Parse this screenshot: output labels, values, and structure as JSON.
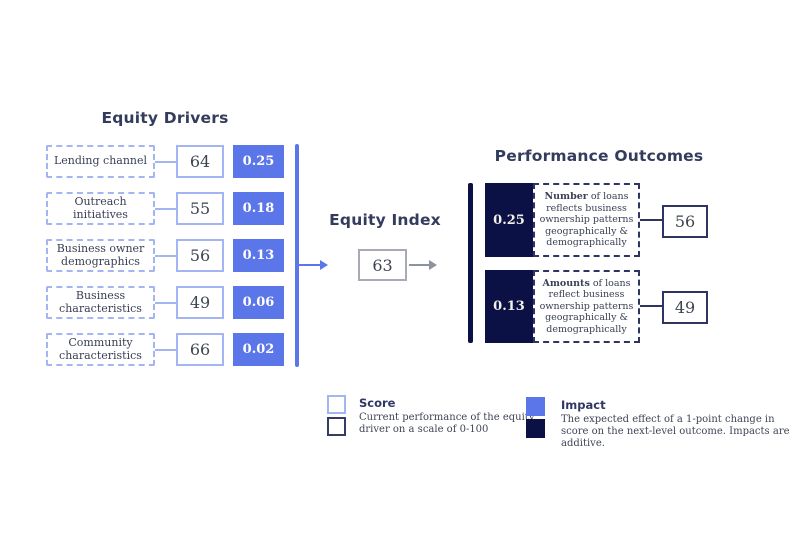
{
  "colors": {
    "periwinkle": "#5B76E8",
    "periwinkle_light_border": "#A3B5F2",
    "navy_dark": "#0B1045",
    "navy_border": "#2F3563",
    "title_text": "#333C5C",
    "body_text": "#3A4055",
    "gray_border": "#A6ABB5",
    "gray_arrow": "#8D939E"
  },
  "drivers": {
    "title": "Equity Drivers",
    "rows": [
      {
        "label": "Lending channel",
        "score": "64",
        "impact": "0.25"
      },
      {
        "label": "Outreach initiatives",
        "score": "55",
        "impact": "0.18"
      },
      {
        "label": "Business owner demographics",
        "score": "56",
        "impact": "0.13"
      },
      {
        "label": "Business characteristics",
        "score": "49",
        "impact": "0.06"
      },
      {
        "label": "Community characteristics",
        "score": "66",
        "impact": "0.02"
      }
    ]
  },
  "index": {
    "title": "Equity Index",
    "score": "63"
  },
  "outcomes": {
    "title": "Performance Outcomes",
    "cards": [
      {
        "impact": "0.25",
        "label_bold": "Number",
        "label_rest": " of loans reflects business ownership patterns geographically & demographically",
        "score": "56"
      },
      {
        "impact": "0.13",
        "label_bold": "Amounts",
        "label_rest": " of loans reflect business ownership patterns geographically & demographically",
        "score": "49"
      }
    ]
  },
  "legend": {
    "score": {
      "title": "Score",
      "description": "Current performance of the equity driver on a scale of 0-100"
    },
    "impact": {
      "title": "Impact",
      "description": "The expected effect of a 1-point change in score on the next-level outcome. Impacts are additive."
    }
  }
}
